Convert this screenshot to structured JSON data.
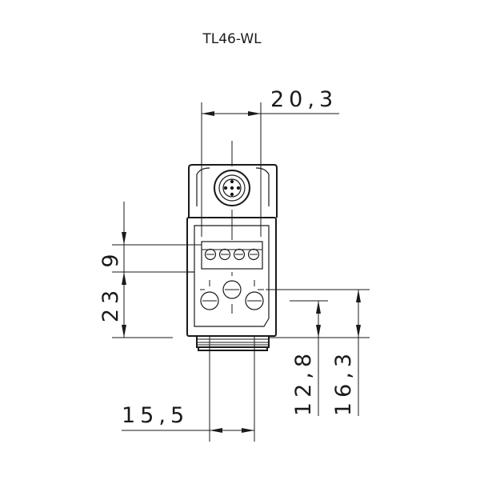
{
  "title": "TL46-WL",
  "dimensions": {
    "top_width": "20,3",
    "upper_height": "9",
    "lower_height": "23",
    "bottom_width": "15,5",
    "right_inner_height": "12,8",
    "right_outer_height": "16,3"
  }
}
